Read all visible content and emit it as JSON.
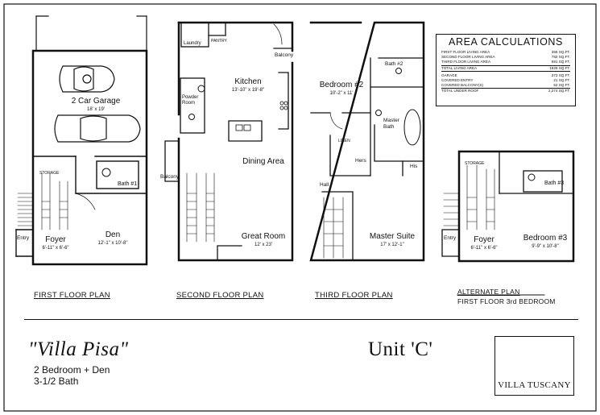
{
  "plans": {
    "first": {
      "caption": "FIRST FLOOR PLAN",
      "rooms": {
        "garage": {
          "name": "2 Car Garage",
          "dims": "18' x 19'"
        },
        "den": {
          "name": "Den",
          "dims": "12'-1\" x 10'-8\""
        },
        "foyer": {
          "name": "Foyer",
          "dims": "6'-11\" x 6'-6\""
        },
        "bath": {
          "name": "Bath #1"
        },
        "entry": {
          "name": "Entry"
        },
        "storage": {
          "name": "STORAGE"
        }
      }
    },
    "second": {
      "caption": "SECOND FLOOR PLAN",
      "rooms": {
        "kitchen": {
          "name": "Kitchen",
          "dims": "13'-10\" x 19'-8\""
        },
        "dining": {
          "name": "Dining Area"
        },
        "great_room": {
          "name": "Great Room",
          "dims": "12' x 23'"
        },
        "laundry": {
          "name": "Laundry"
        },
        "powder": {
          "name": "Powder Room"
        },
        "pantry": {
          "name": "PANTRY"
        },
        "balcony_top": {
          "name": "Balcony"
        },
        "balcony_side": {
          "name": "Balcony"
        }
      }
    },
    "third": {
      "caption": "THIRD FLOOR PLAN",
      "rooms": {
        "bedroom2": {
          "name": "Bedroom #2",
          "dims": "10'-2\" x 11'"
        },
        "bath2": {
          "name": "Bath #2"
        },
        "master_bath": {
          "name": "Master Bath"
        },
        "master_suite": {
          "name": "Master Suite",
          "dims": "17' x 12'-1\""
        },
        "hers": {
          "name": "Hers"
        },
        "his": {
          "name": "His"
        },
        "hall": {
          "name": "Hall"
        },
        "linen": {
          "name": "LINEN"
        }
      }
    },
    "alternate": {
      "caption": "ALTERNATE PLAN",
      "subcaption": "FIRST FLOOR 3rd BEDROOM",
      "rooms": {
        "foyer": {
          "name": "Foyer",
          "dims": "6'-11\" x 6'-6\""
        },
        "bedroom3": {
          "name": "Bedroom #3",
          "dims": "9'-9\" x 10'-8\""
        },
        "bath3": {
          "name": "Bath #3"
        },
        "entry": {
          "name": "Entry"
        },
        "storage": {
          "name": "STORAGE"
        }
      }
    }
  },
  "area_calculations": {
    "title": "AREA CALCULATIONS",
    "rows": [
      {
        "label": "FIRST FLOOR LIVING AREA",
        "value": "355 SQ.FT."
      },
      {
        "label": "SECOND FLOOR LIVING AREA",
        "value": "782 SQ.FT."
      },
      {
        "label": "THIRD FLOOR LIVING AREA",
        "value": "691 SQ.FT."
      },
      {
        "label": "TOTAL LIVING AREA",
        "value": "1828 SQ.FT."
      },
      {
        "label": "GARAGE",
        "value": "373 SQ.FT."
      },
      {
        "label": "COVERED ENTRY",
        "value": "21 SQ.FT."
      },
      {
        "label": "COVERED BALCONY(S)",
        "value": "52 SQ.FT."
      },
      {
        "label": "TOTAL UNDER ROOF",
        "value": "2,274 SQ.FT."
      }
    ]
  },
  "title_block": {
    "name": "\"Villa Pisa\"",
    "unit": "Unit 'C'",
    "line1": "2 Bedroom + Den",
    "line2": "3-1/2 Bath",
    "logo_text": "VILLA TUSCANY"
  }
}
